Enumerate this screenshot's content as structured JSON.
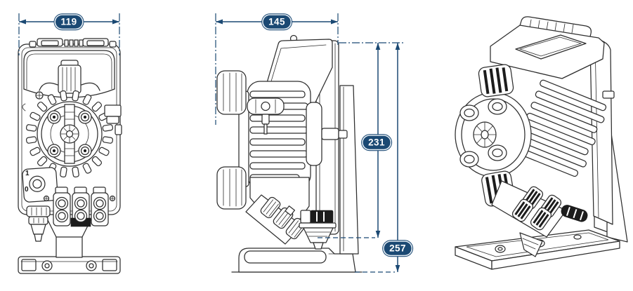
{
  "dimensions": {
    "front_width": {
      "value": "119"
    },
    "side_depth": {
      "value": "145"
    },
    "pump_height": {
      "value": "231"
    },
    "overall_height": {
      "value": "257"
    }
  },
  "front_view": {
    "switch_on_label": "1",
    "switch_off_label": "0"
  },
  "colors": {
    "dimension_accent": "#1b4973",
    "dimension_text": "#ffffff",
    "line_art": "#2e2e2e",
    "background": "#ffffff"
  }
}
